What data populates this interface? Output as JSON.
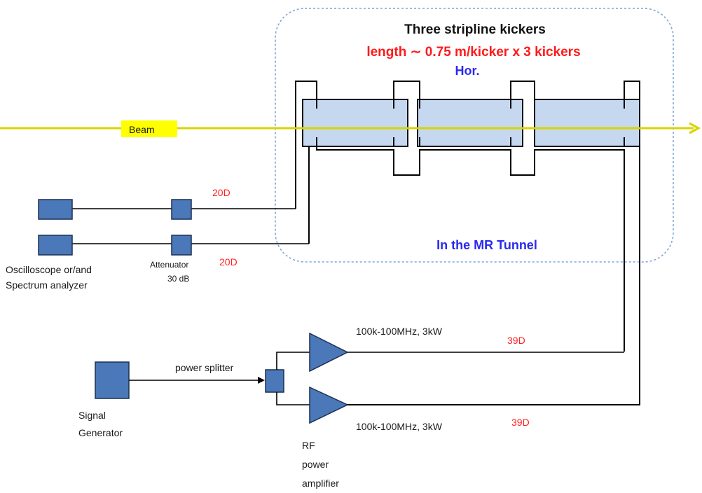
{
  "title": "Three stripline kickers",
  "subtitle": "length ∼ 0.75 m/kicker x 3 kickers",
  "hor_label": "Hor.",
  "tunnel_label": "In the MR Tunnel",
  "beam_label": "Beam",
  "oscilloscope_label": [
    "Oscilloscope  or/and",
    "Spectrum analyzer"
  ],
  "attenuator_label": [
    "Attenuator",
    "30 dB"
  ],
  "cable_top": "20D",
  "cable_bottom": "20D",
  "signal_generator_label": [
    "Signal",
    "Generator"
  ],
  "power_splitter_label": "power splitter",
  "amp_top_spec": "100k-100MHz, 3kW",
  "amp_bottom_spec": "100k-100MHz, 3kW",
  "cable_39d_top": "39D",
  "cable_39d_bottom": "39D",
  "rf_amp_label": [
    "RF",
    "power",
    "amplifier"
  ],
  "colors": {
    "beam": "#d8d400",
    "beam_label_bg": "#ffff00",
    "kicker_fill": "#c5d8f0",
    "device_fill": "#4a78b8",
    "region_border": "#7fa6d6",
    "red_text": "#ff2222",
    "blue_text": "#2a2af0"
  }
}
